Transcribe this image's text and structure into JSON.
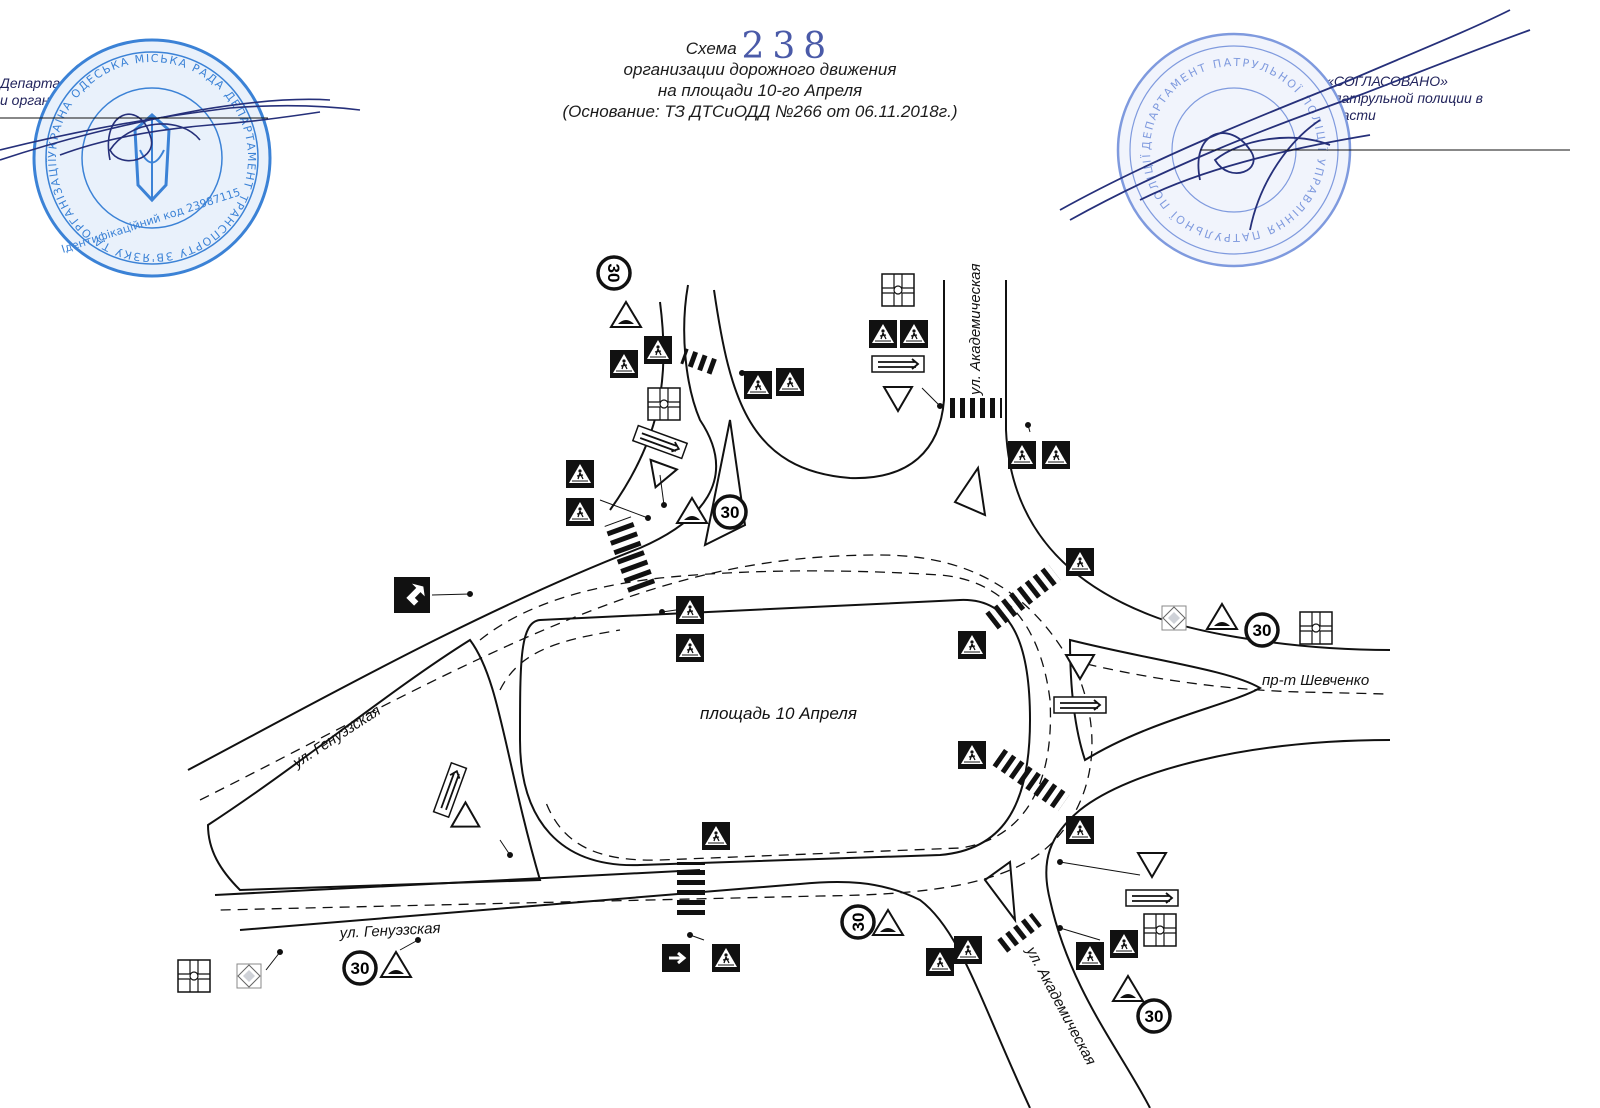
{
  "header": {
    "title_line1": "Схема",
    "scheme_number": "238",
    "title_line2": "организации  дорожного движения",
    "title_line3": "на площади 10-го Апреля",
    "basis": "(Основание: ТЗ ДТСиОДД №266 от 06.11.2018г.)"
  },
  "approval_left": {
    "head": "«СОГЛАСОВАНО»",
    "line1": "Департамент транспорта, связи",
    "line2": "и организации дорожного движения"
  },
  "approval_right": {
    "head": "«СОГЛАСОВАНО»",
    "line1": "Управление патрульной полиции в",
    "line2": "Одесской области"
  },
  "stamps": {
    "left_ring_text": "УКРАЇНА ОДЕСЬКА МІСЬКА РАДА ДЕПАРТАМЕНТ ТРАНСПОРТУ ЗВ'ЯЗКУ ТА ОРГАНІЗАЦІЇ ДОРОЖНЬОГО РУХУ",
    "left_code": "Ідентифікаційний код 23987115",
    "right_ring_text": "ДЕПАРТАМЕНТ ПАТРУЛЬНОЇ ПОЛІЦІЇ УПРАВЛІННЯ ПАТРУЛЬНОЇ ПОЛІЦІЇ В ОДЕСЬКІЙ ОБЛАСТІ",
    "left_color": "#3b82d6",
    "right_color": "#6f8fd8",
    "ink_color": "#26307a"
  },
  "streets": {
    "akademicheskaya_top": "ул. Академическая",
    "akademicheskaya_bottom": "ул. Академическая",
    "genuezskaya_upper": "ул. Генуэзская",
    "genuezskaya_lower": "ул. Генуэзская",
    "shevchenko": "пр-т Шевченко",
    "plaza": "площадь 10 Апреля"
  },
  "sign_codes": {
    "speed_limit": "30",
    "give_way": "2.1",
    "crossing_left": "5.35.1",
    "crossing_right": "5.35.2",
    "speed_bump": "1.11",
    "speed_limit_code": "3.29",
    "roundabout": "4.10",
    "direction_plate": "6.7.1",
    "priority": "2.3",
    "schematic": "5.20",
    "arrow": "4.6"
  }
}
